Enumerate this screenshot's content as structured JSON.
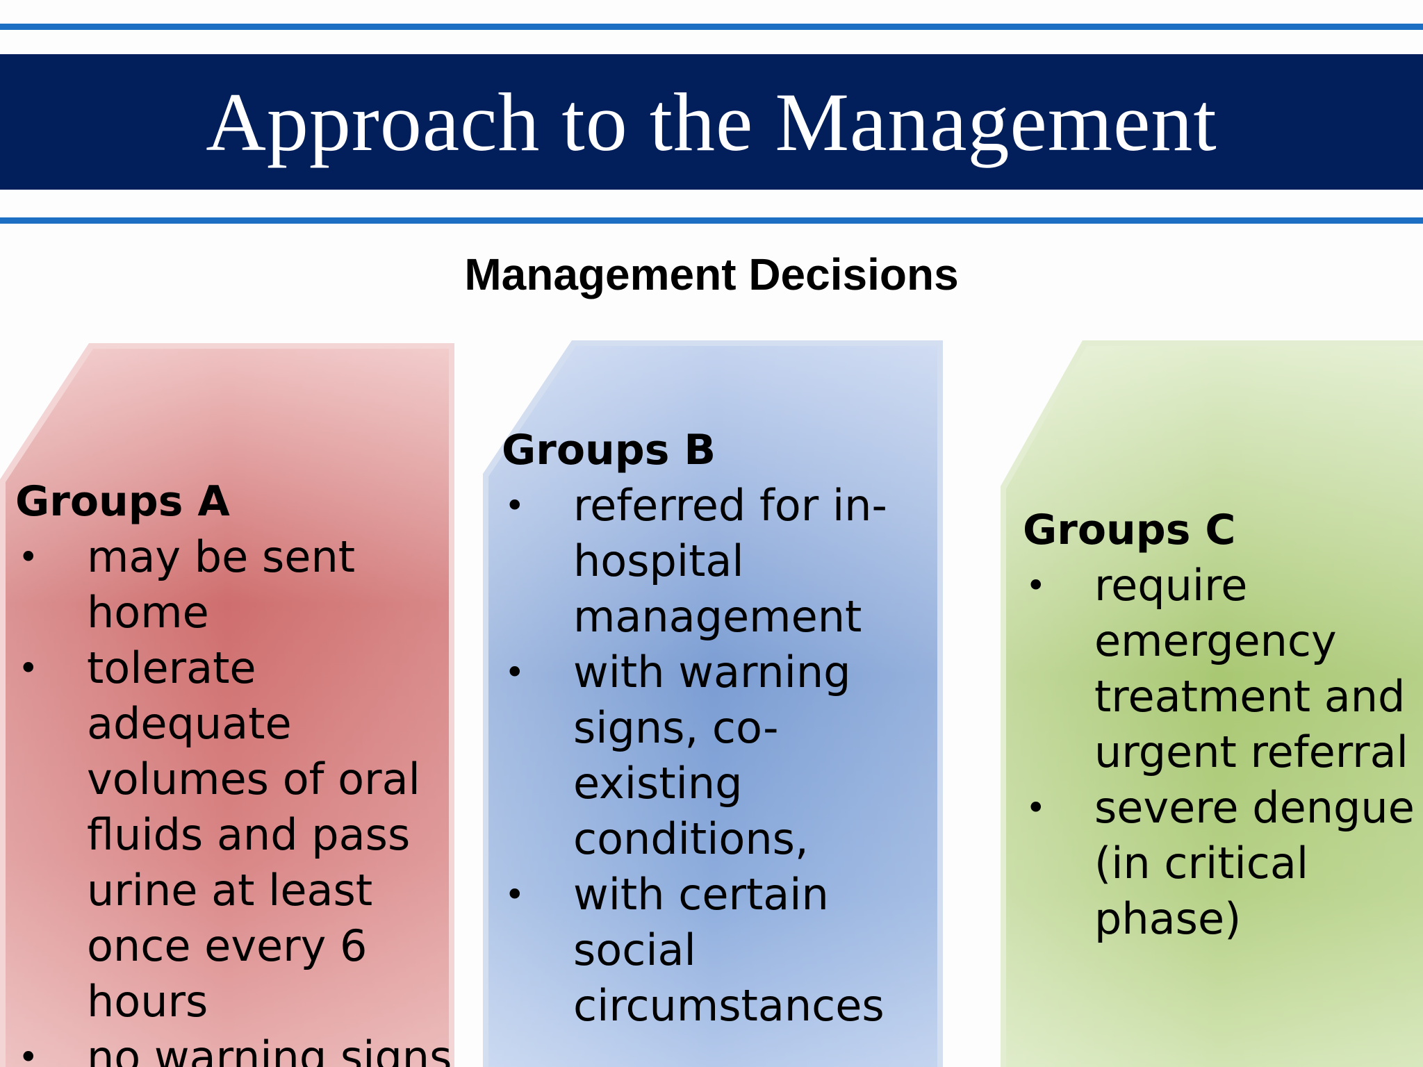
{
  "slide": {
    "title": "Approach to the Management",
    "subtitle": "Management Decisions",
    "colors": {
      "title_bar": "#021f5c",
      "rule": "#1c6fc2",
      "group_a": "#cf6e6e",
      "group_b": "#7b9dd3",
      "group_c": "#a9c873"
    },
    "groups": [
      {
        "title": "Groups A",
        "items": [
          " may be sent home",
          "tolerate adequate volumes of oral fluids and pass urine  at least once every 6 hours",
          "no warning signs"
        ]
      },
      {
        "title": "Groups B",
        "items": [
          " referred for in-hospital management",
          "with warning signs, co-existing conditions,",
          " with certain social circumstances"
        ]
      },
      {
        "title": "Groups C",
        "items": [
          "require emergency treatment and urgent referral",
          " severe dengue (in critical phase)"
        ]
      }
    ]
  }
}
